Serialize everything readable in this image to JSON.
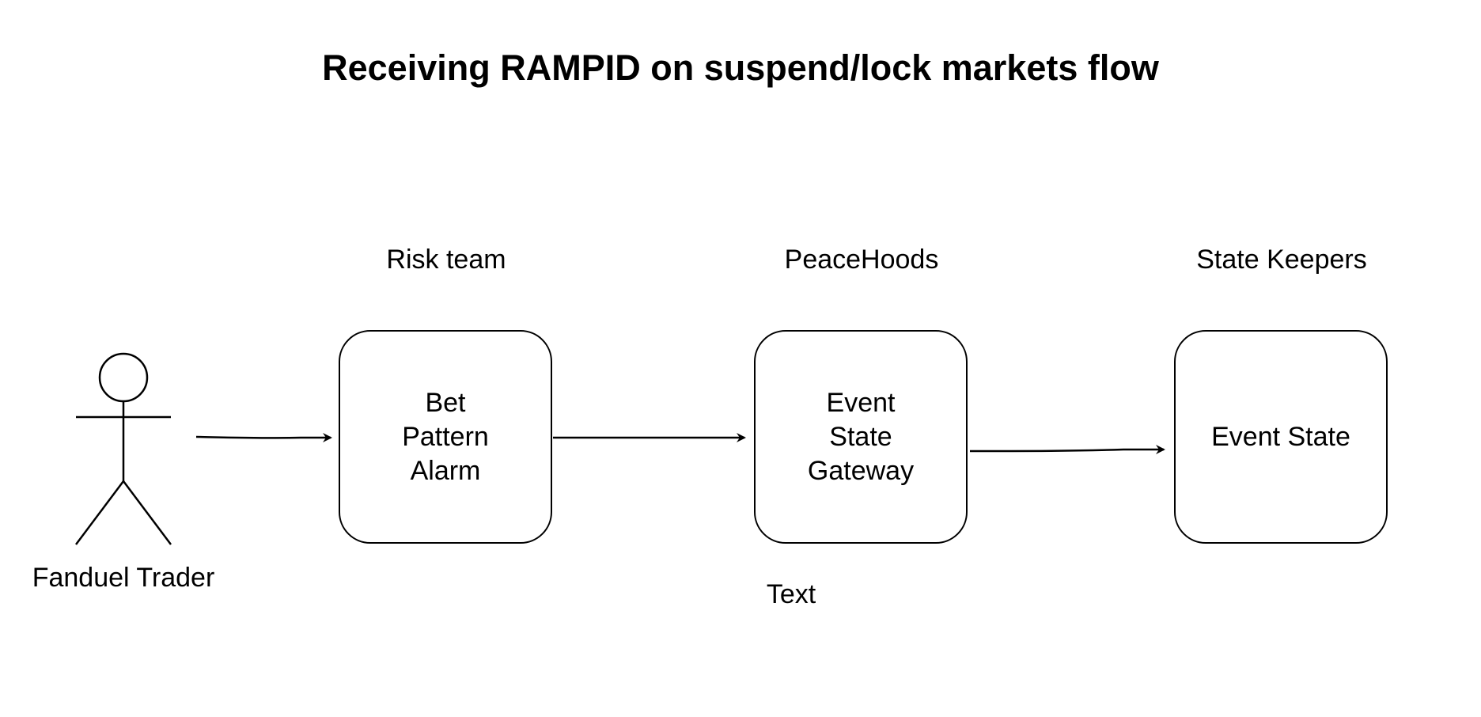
{
  "diagram": {
    "title": "Receiving RAMPID on suspend/lock markets flow",
    "actor": {
      "label": "Fanduel Trader",
      "icon": "stick-figure-icon"
    },
    "lanes": [
      {
        "label": "Risk team"
      },
      {
        "label": "PeaceHoods"
      },
      {
        "label": "State Keepers"
      }
    ],
    "nodes": [
      {
        "id": "bet-pattern-alarm",
        "label": "Bet Pattern Alarm"
      },
      {
        "id": "event-state-gateway",
        "label": "Event State Gateway"
      },
      {
        "id": "event-state",
        "label": "Event State"
      }
    ],
    "edges": [
      {
        "from": "Fanduel Trader",
        "to": "Bet Pattern Alarm"
      },
      {
        "from": "Bet Pattern Alarm",
        "to": "Event State Gateway"
      },
      {
        "from": "Event State Gateway",
        "to": "Event State"
      }
    ],
    "free_text": "Text",
    "colors": {
      "stroke": "#000000",
      "background": "#ffffff"
    }
  }
}
